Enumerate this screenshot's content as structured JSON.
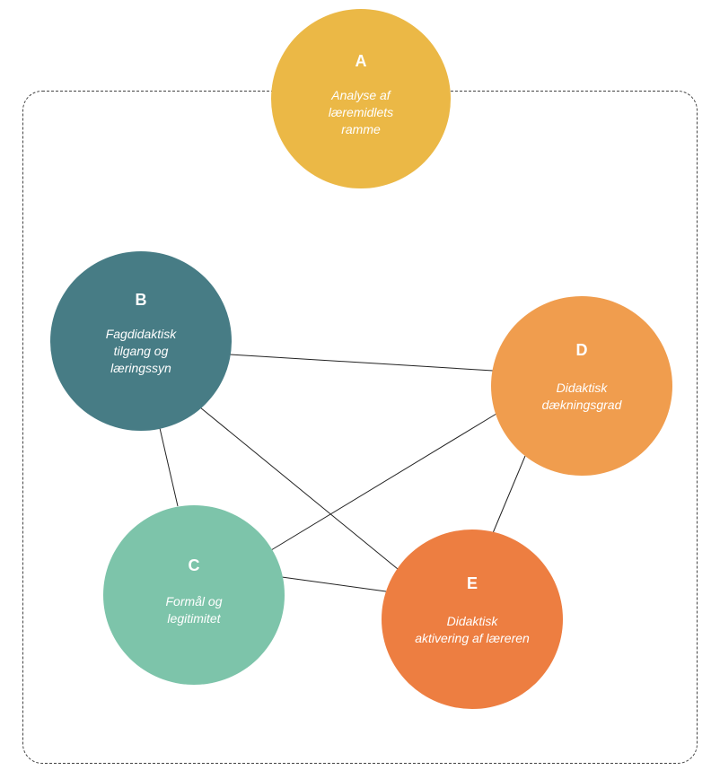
{
  "colors": {
    "a": "#EBB846",
    "b": "#477C85",
    "c": "#7DC4AA",
    "d": "#F09D4E",
    "e": "#ED7E41",
    "connector": "#222222"
  },
  "nodes": {
    "a": {
      "letter": "A",
      "label": "Analyse af\nlæremidlets\nramme"
    },
    "b": {
      "letter": "B",
      "label": "Fagdidaktisk\ntilgang og\nlæringssyn"
    },
    "c": {
      "letter": "C",
      "label": "Formål og\nlegitimitet"
    },
    "d": {
      "letter": "D",
      "label": "Didaktisk\ndækningsgrad"
    },
    "e": {
      "letter": "E",
      "label": "Didaktisk\naktivering af læreren"
    }
  },
  "connections": [
    [
      "B",
      "D"
    ],
    [
      "B",
      "C"
    ],
    [
      "B",
      "E"
    ],
    [
      "C",
      "D"
    ],
    [
      "C",
      "E"
    ],
    [
      "D",
      "E"
    ]
  ]
}
